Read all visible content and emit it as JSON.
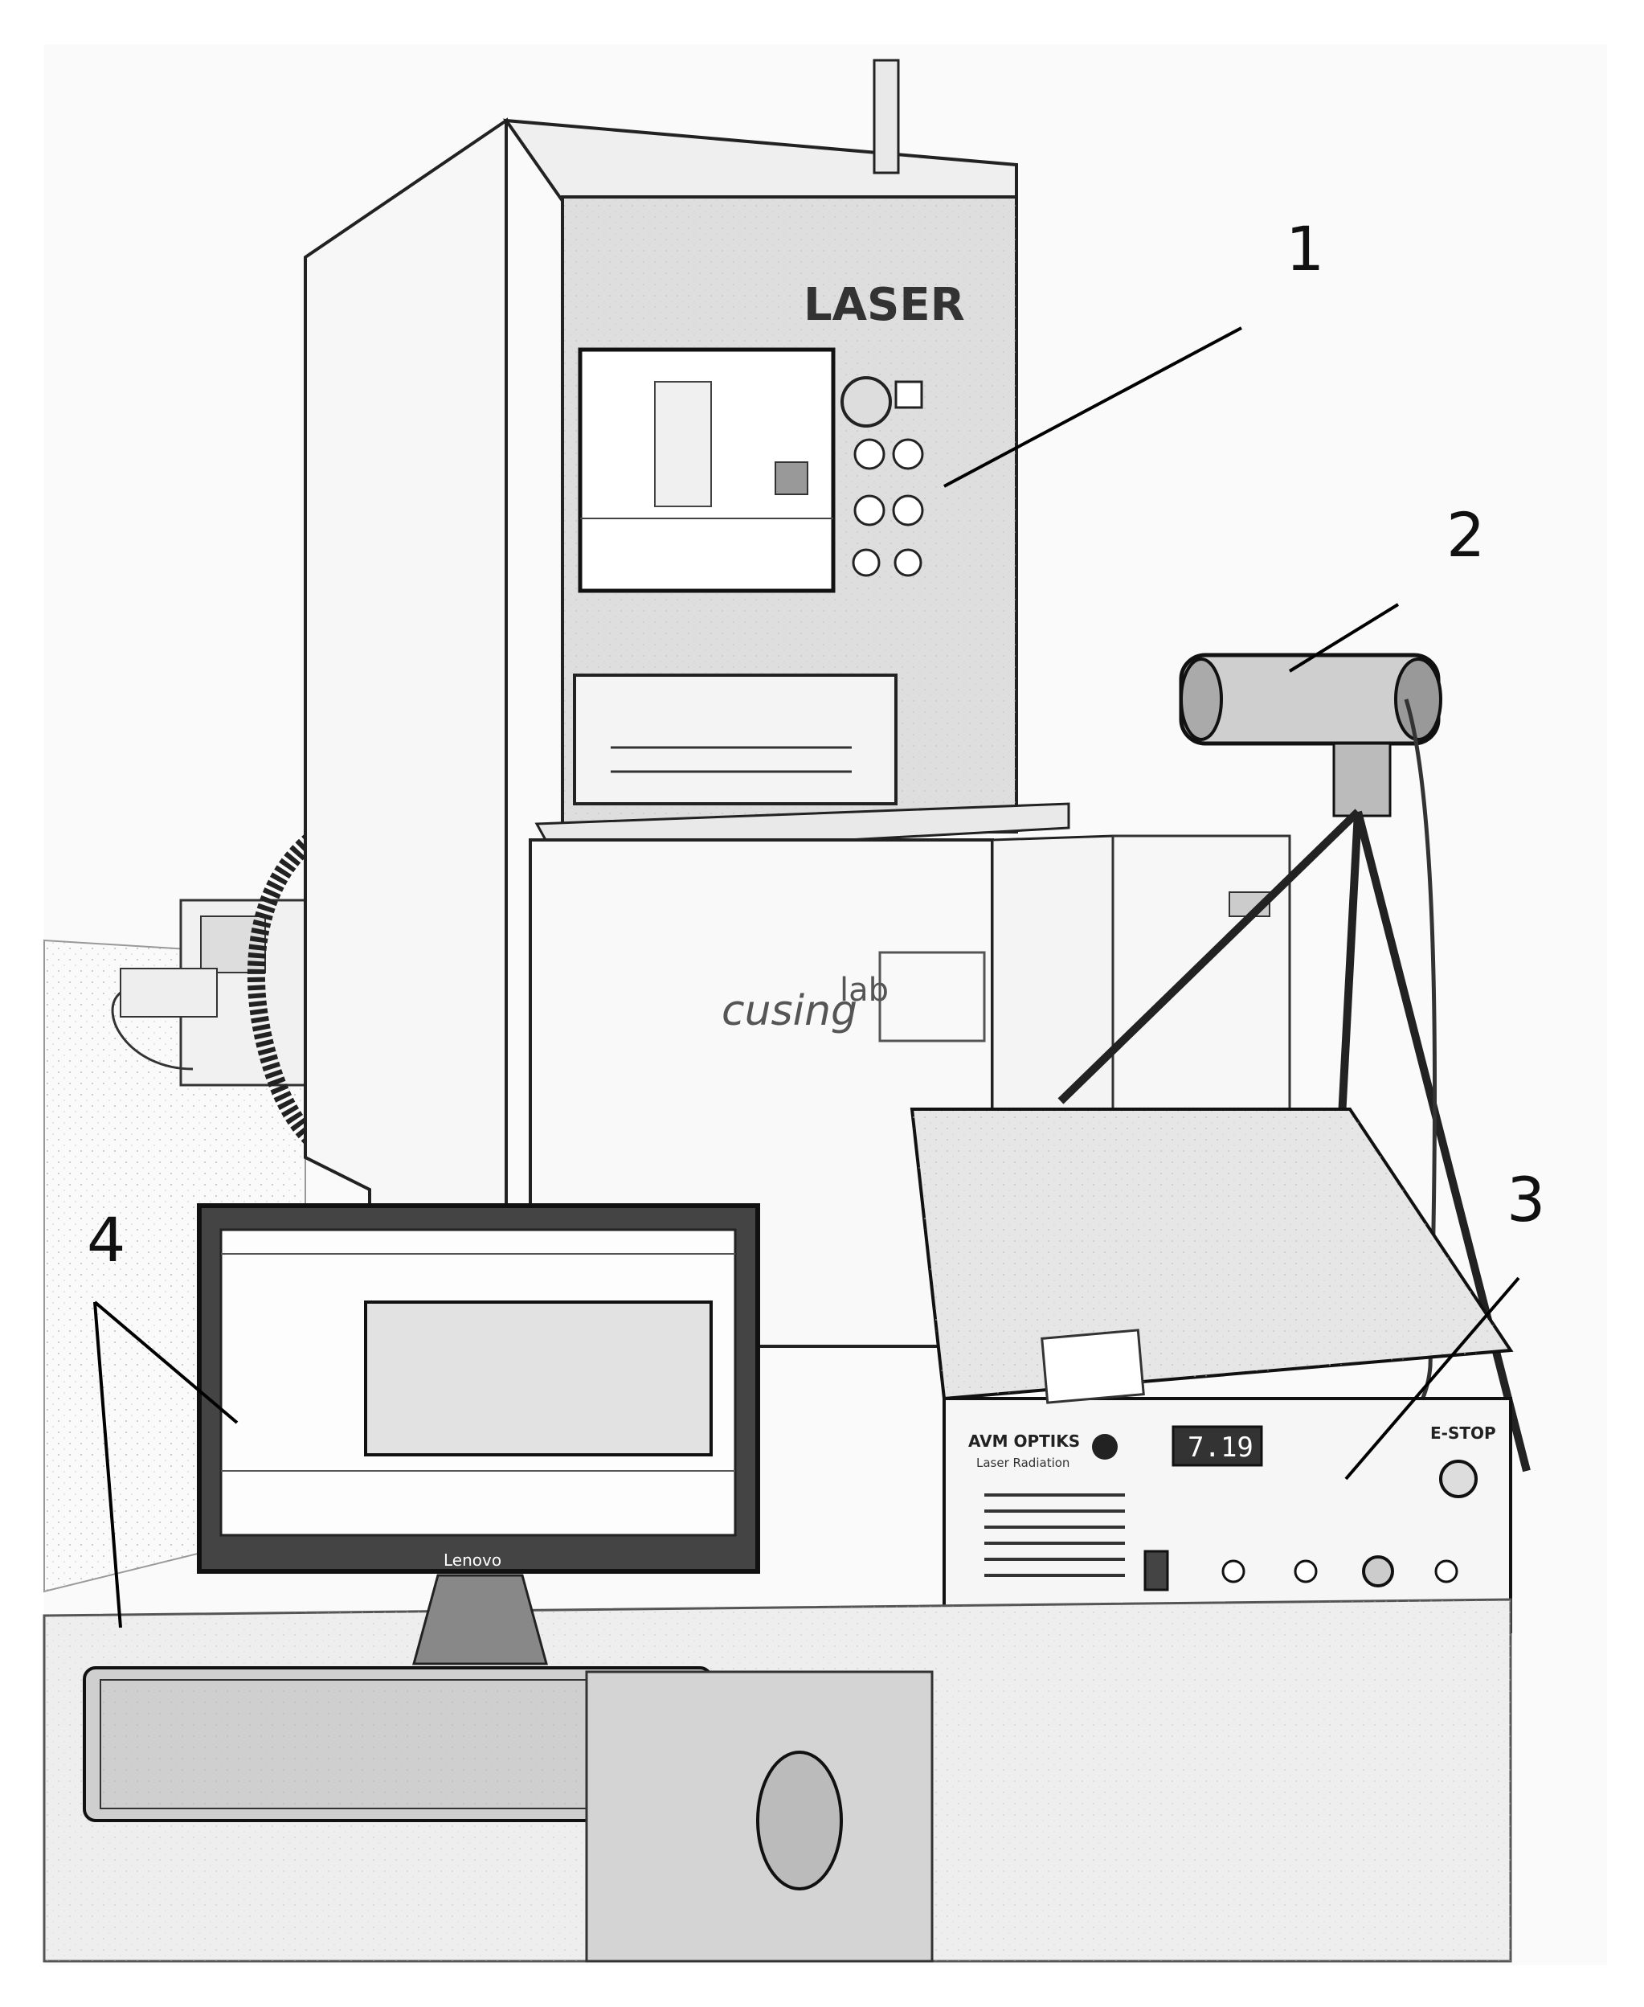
{
  "callouts": [
    {
      "id": "1",
      "label": "1"
    },
    {
      "id": "2",
      "label": "2"
    },
    {
      "id": "3",
      "label": "3"
    },
    {
      "id": "4",
      "label": "4"
    }
  ],
  "machine": {
    "brand_text": "LASER",
    "logo_word": "cusing",
    "logo_lab": "lab"
  },
  "monitor": {
    "brand": "Lenovo"
  },
  "laser_unit": {
    "maker": "AVM OPTIKS",
    "subtitle": "Laser Radiation",
    "display_value": "7.19",
    "estop_label": "E-STOP"
  },
  "colors": {
    "ink": "#1a1a1a",
    "paper": "#ffffff",
    "shade_light": "#eeeeee",
    "shade_mid": "#d6d6d6",
    "shade_dark": "#8a8a8a"
  }
}
